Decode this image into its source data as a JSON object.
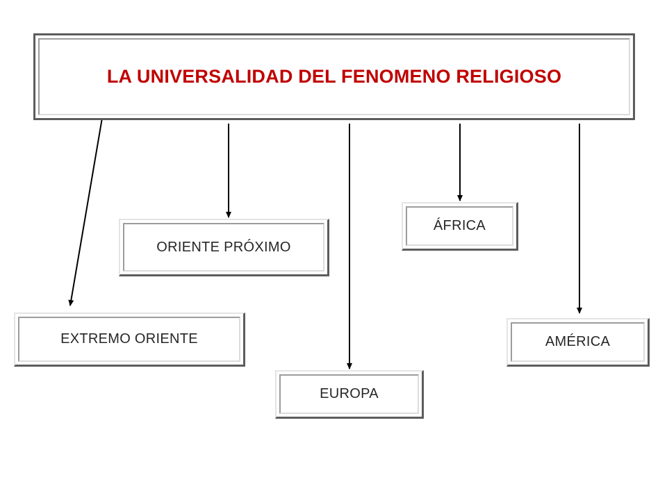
{
  "diagram": {
    "title": "LA UNIVERSALIDAD DEL FENOMENO RELIGIOSO",
    "nodes": {
      "oriente_proximo": "ORIENTE PRÓXIMO",
      "africa": "ÁFRICA",
      "extremo_oriente": "EXTREMO ORIENTE",
      "america": "AMÉRICA",
      "europa": "EUROPA"
    },
    "edges": [
      {
        "from": "title",
        "to": "extremo_oriente"
      },
      {
        "from": "title",
        "to": "oriente_proximo"
      },
      {
        "from": "title",
        "to": "europa"
      },
      {
        "from": "title",
        "to": "africa"
      },
      {
        "from": "title",
        "to": "america"
      }
    ]
  },
  "colors": {
    "title_text": "#c00000",
    "node_text": "#262626",
    "arrow": "#000000"
  }
}
